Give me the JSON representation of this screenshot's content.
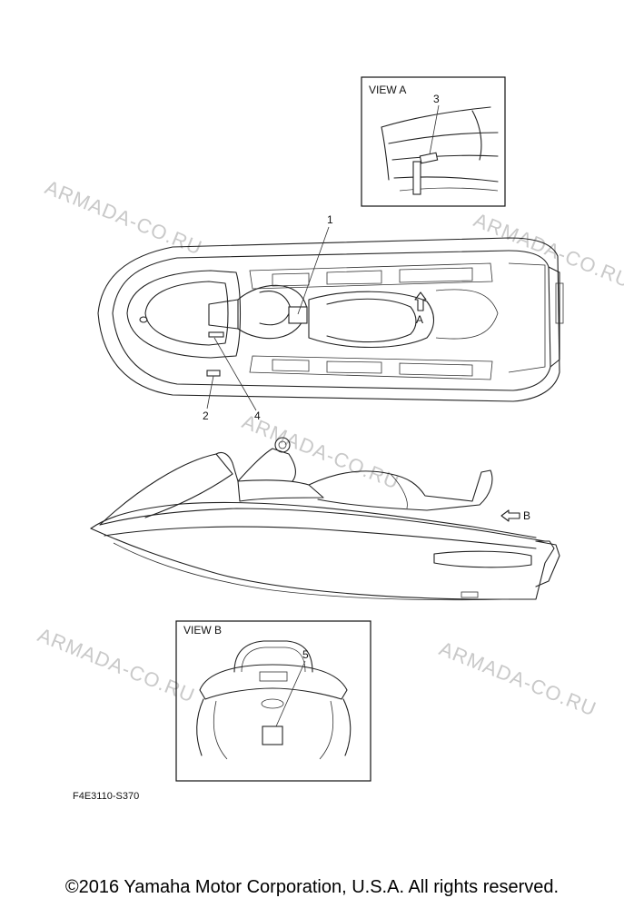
{
  "views": {
    "a_title": "VIEW A",
    "b_title": "VIEW B"
  },
  "callouts": {
    "c1": "1",
    "c2": "2",
    "c3": "3",
    "c4": "4",
    "c5": "5"
  },
  "arrows": {
    "a": "A",
    "b": "B"
  },
  "watermark": "ARMADA-CO.RU",
  "diagram_code": "F4E3110-S370",
  "copyright": "©2016 Yamaha Motor Corporation, U.S.A. All rights reserved."
}
